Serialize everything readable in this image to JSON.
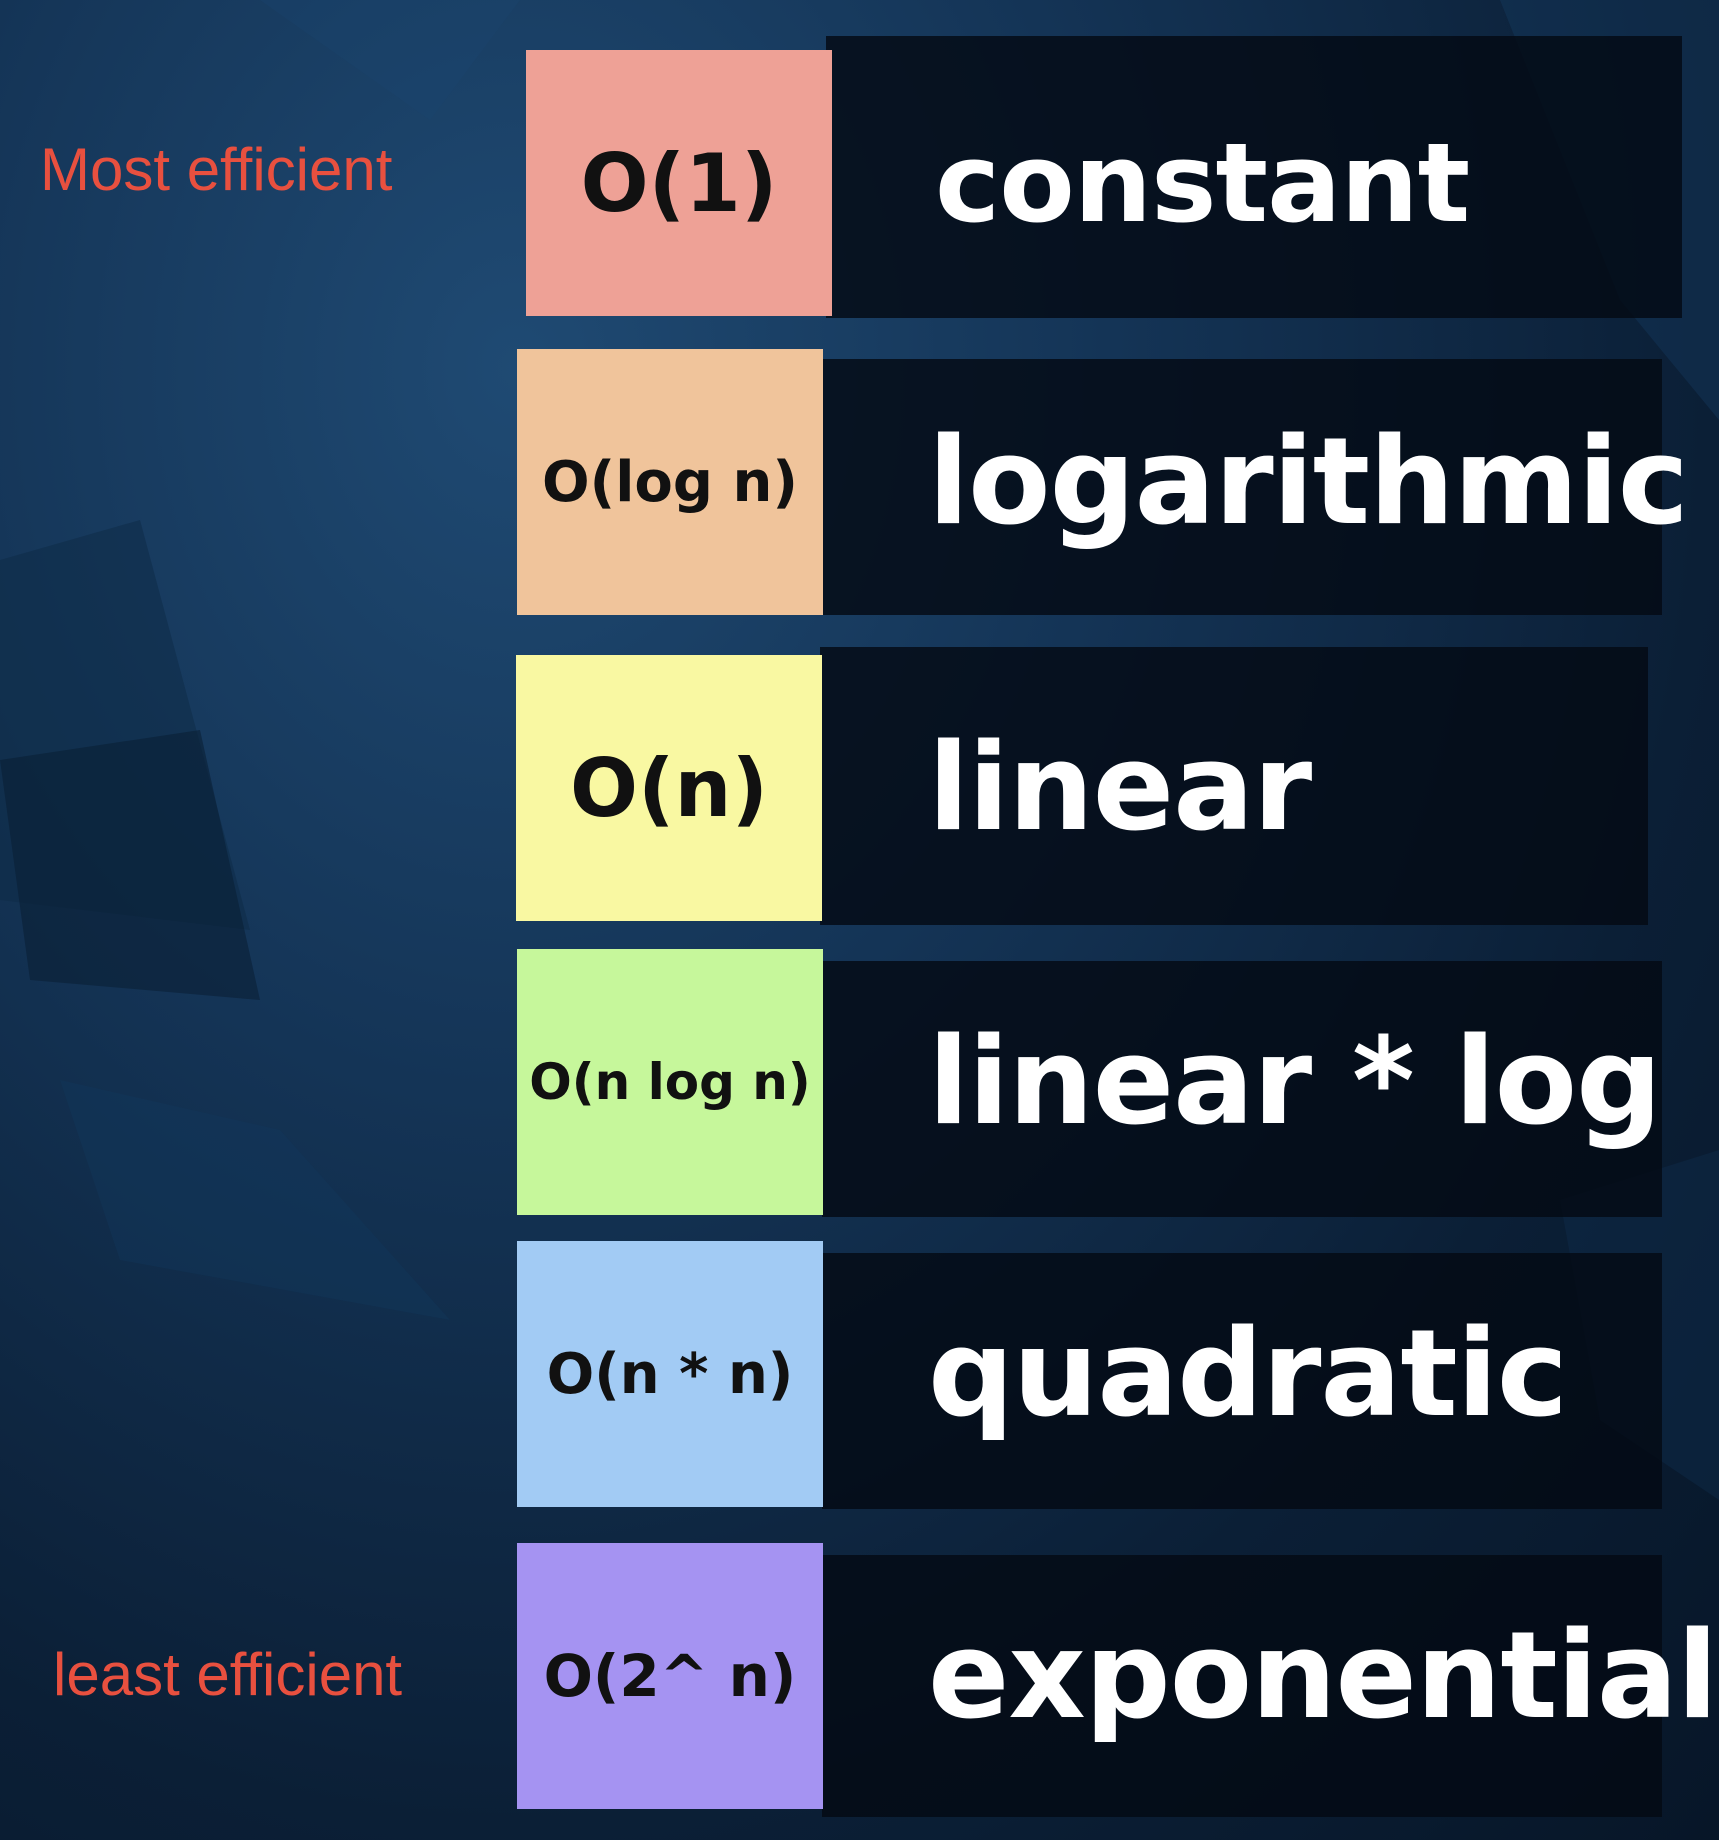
{
  "labels": {
    "top": "Most efficient",
    "bottom": "least efficient",
    "color": "#e8503f"
  },
  "rows": [
    {
      "notation": "O(1)",
      "name": "constant",
      "color": "#eea196"
    },
    {
      "notation": "O(log n)",
      "name": "logarithmic",
      "color": "#f0c49b"
    },
    {
      "notation": "O(n)",
      "name": "linear",
      "color": "#f9f8a2"
    },
    {
      "notation": "O(n log n)",
      "name": "linear * log",
      "color": "#c6f79b"
    },
    {
      "notation": "O(n * n)",
      "name": "quadratic",
      "color": "#a2cbf4"
    },
    {
      "notation": "O(2^ n)",
      "name": "exponential",
      "color": "#a593f2"
    }
  ]
}
